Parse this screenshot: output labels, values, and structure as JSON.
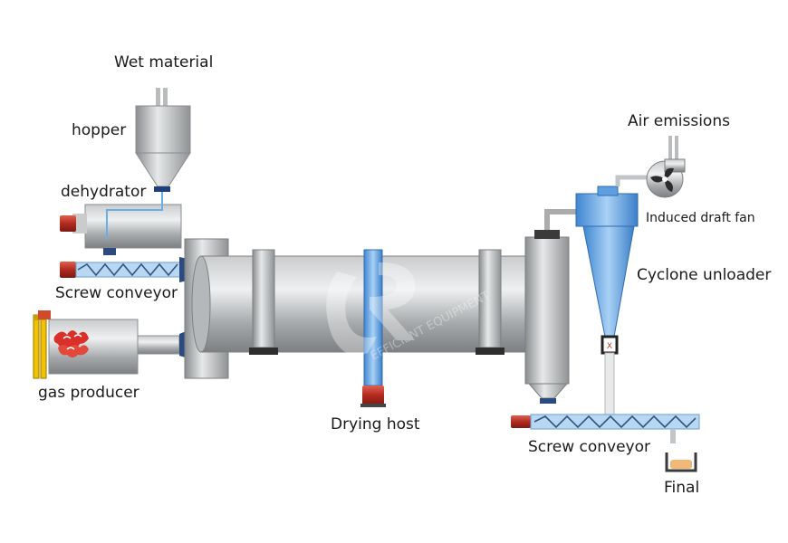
{
  "labels": {
    "wet_material": "Wet material",
    "hopper": "hopper",
    "dehydrator": "dehydrator",
    "screw_conveyor_left": "Screw conveyor",
    "gas_producer": "gas producer",
    "drying_host": "Drying host",
    "air_emissions": "Air emissions",
    "induced_draft_fan": "Induced draft fan",
    "cyclone_unloader": "Cyclone unloader",
    "screw_conveyor_right": "Screw conveyor",
    "final": "Final"
  },
  "watermark": {
    "text": "EFFICIENT EQUIPMENT"
  },
  "colors": {
    "steel": "#a9abad",
    "steel_dark": "#6e7173",
    "blue": "#4a8fd6",
    "blue_light": "#8fc0ee",
    "motor_red": "#c0392b",
    "flame": "#d9302a",
    "frame_yellow": "#f2c200",
    "product": "#f0b97a"
  }
}
